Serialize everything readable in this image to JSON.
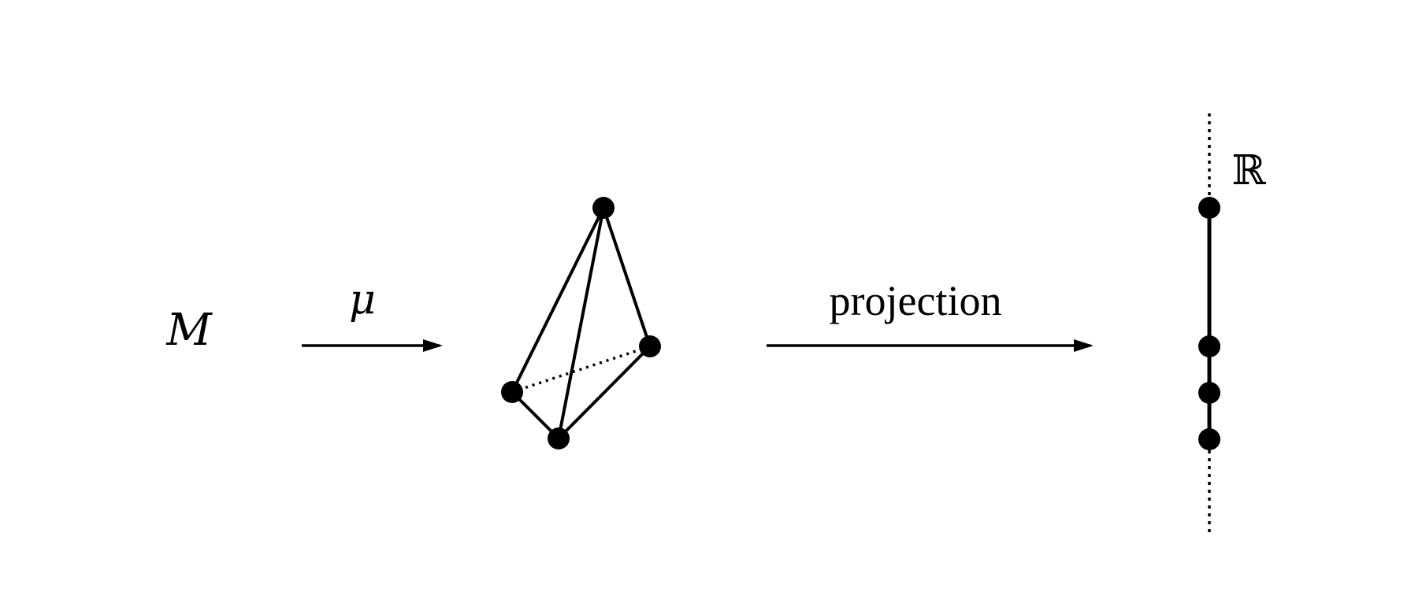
{
  "labels": {
    "manifold": "M",
    "moment_map": "μ",
    "projection": "projection",
    "reals": "ℝ"
  },
  "colors": {
    "ink": "#000000",
    "background": "#ffffff"
  },
  "polytope": {
    "vertices": [
      "top",
      "right",
      "left",
      "bottom"
    ],
    "solid_edges": [
      [
        "top",
        "left"
      ],
      [
        "top",
        "bottom"
      ],
      [
        "top",
        "right"
      ],
      [
        "left",
        "bottom"
      ],
      [
        "bottom",
        "right"
      ]
    ],
    "hidden_edges": [
      [
        "left",
        "right"
      ]
    ]
  },
  "line": {
    "points": 4,
    "dotted_extensions": true
  }
}
